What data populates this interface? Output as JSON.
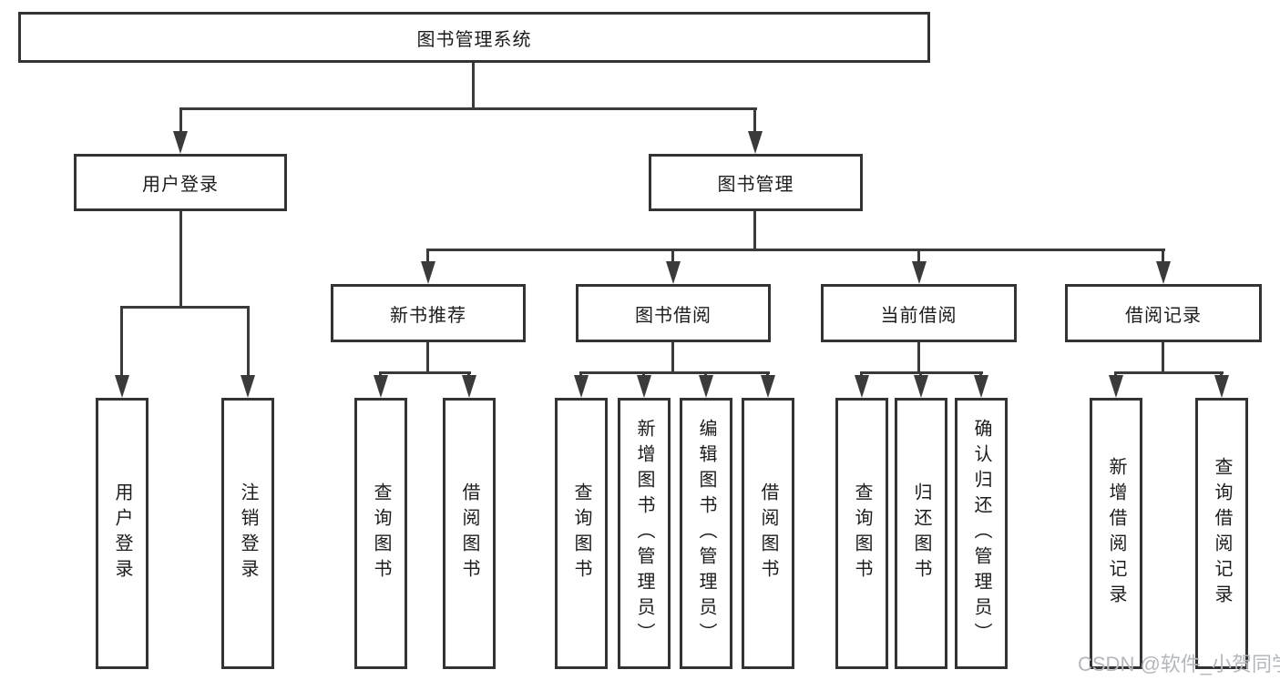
{
  "diagram": {
    "root": "图书管理系统",
    "level2": [
      "用户登录",
      "图书管理"
    ],
    "level3": [
      "新书推荐",
      "图书借阅",
      "当前借阅",
      "借阅记录"
    ],
    "leaves": [
      "用户登录",
      "注销登录",
      "查询图书",
      "借阅图书",
      "查询图书",
      "新增图书（管理员）",
      "编辑图书（管理员）",
      "借阅图书",
      "查询图书",
      "归还图书",
      "确认归还（管理员）",
      "新增借阅记录",
      "查询借阅记录"
    ],
    "hierarchy": {
      "图书管理系统": {
        "用户登录": [
          "用户登录",
          "注销登录"
        ],
        "图书管理": {
          "新书推荐": [
            "查询图书",
            "借阅图书"
          ],
          "图书借阅": [
            "查询图书",
            "新增图书（管理员）",
            "编辑图书（管理员）",
            "借阅图书"
          ],
          "当前借阅": [
            "查询图书",
            "归还图书",
            "确认归还（管理员）"
          ],
          "借阅记录": [
            "新增借阅记录",
            "查询借阅记录"
          ]
        }
      }
    }
  },
  "watermark": "CSDN @软件_小贺同学",
  "colors": {
    "line": "#3a3a3a",
    "box_border": "#333333",
    "text": "#1c1c1c",
    "background": "#ffffff",
    "watermark": "#b4b7be"
  }
}
